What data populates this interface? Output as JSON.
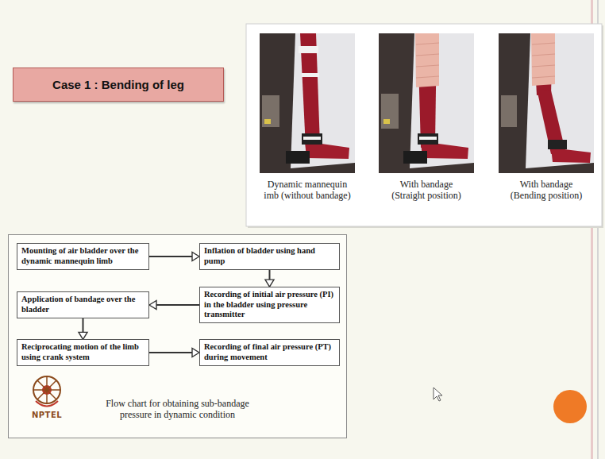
{
  "diagram": {
    "nodes": [
      {
        "text": [
          "Case 1 : Bending of leg"
        ]
      },
      {
        "text": [
          "Flow chart for obtaining sub-bandage pressure in dynamic condition"
        ]
      },
      {
        "text": [
          "Mounting of air bladder over the dynamic mannequin limb"
        ],
        "in": 1
      },
      {
        "text": [
          "Inflation of bladder using hand pump"
        ],
        "in": 1
      },
      {
        "text": [
          "Recording of initial air pressure (PI) in the bladder using pressure transmitter"
        ],
        "in": 1
      },
      {
        "text": [
          "Application of bandage over the bladder"
        ],
        "in": 1
      },
      {
        "text": [
          "Reciprocating motion of the limb using crank system"
        ],
        "in": 1
      },
      {
        "text": [
          "Recording of final air pressure (PT) during movement"
        ],
        "in": 1
      }
    ],
    "edges": [
      {
        "from": 2,
        "to": 3,
        "arrow": "to"
      },
      {
        "from": 3,
        "to": 4,
        "arrow": "to"
      },
      {
        "from": 4,
        "to": 5,
        "arrow": "to"
      },
      {
        "from": 5,
        "to": 6,
        "arrow": "to"
      },
      {
        "from": 6,
        "to": 7,
        "arrow": "to"
      }
    ],
    "labels": [
      "Dynamic mannequin imb (without bandage)",
      "With bandage (Straight position)",
      "With bandage (Bending position)",
      "NPTEL"
    ]
  }
}
